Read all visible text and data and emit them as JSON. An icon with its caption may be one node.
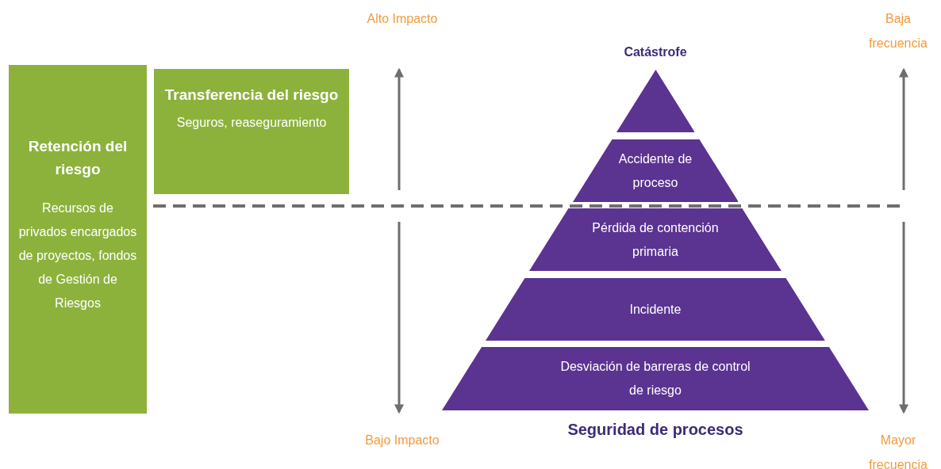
{
  "diagram": {
    "caption": "Seguridad de procesos",
    "nodes": [
      {
        "text": [
          "Retención del riesgo",
          "Recursos de privados encargados de proyectos, fondos de Gestión de Riesgos"
        ]
      },
      {
        "text": [
          "Transferencia del riesgo",
          "Seguros, reaseguramiento"
        ]
      },
      {
        "text": [
          "Catástrofe"
        ]
      },
      {
        "text": [
          "Accidente de proceso"
        ]
      },
      {
        "text": [
          "Pérdida de contención primaria"
        ]
      },
      {
        "text": [
          "Incidente"
        ]
      },
      {
        "text": [
          "Desviación de barreras de control de riesgo"
        ]
      }
    ],
    "edges": [],
    "labels": [
      "Alto Impacto",
      "Baja frecuencia",
      "Bajo Impacto",
      "Mayor frecuencia"
    ]
  }
}
